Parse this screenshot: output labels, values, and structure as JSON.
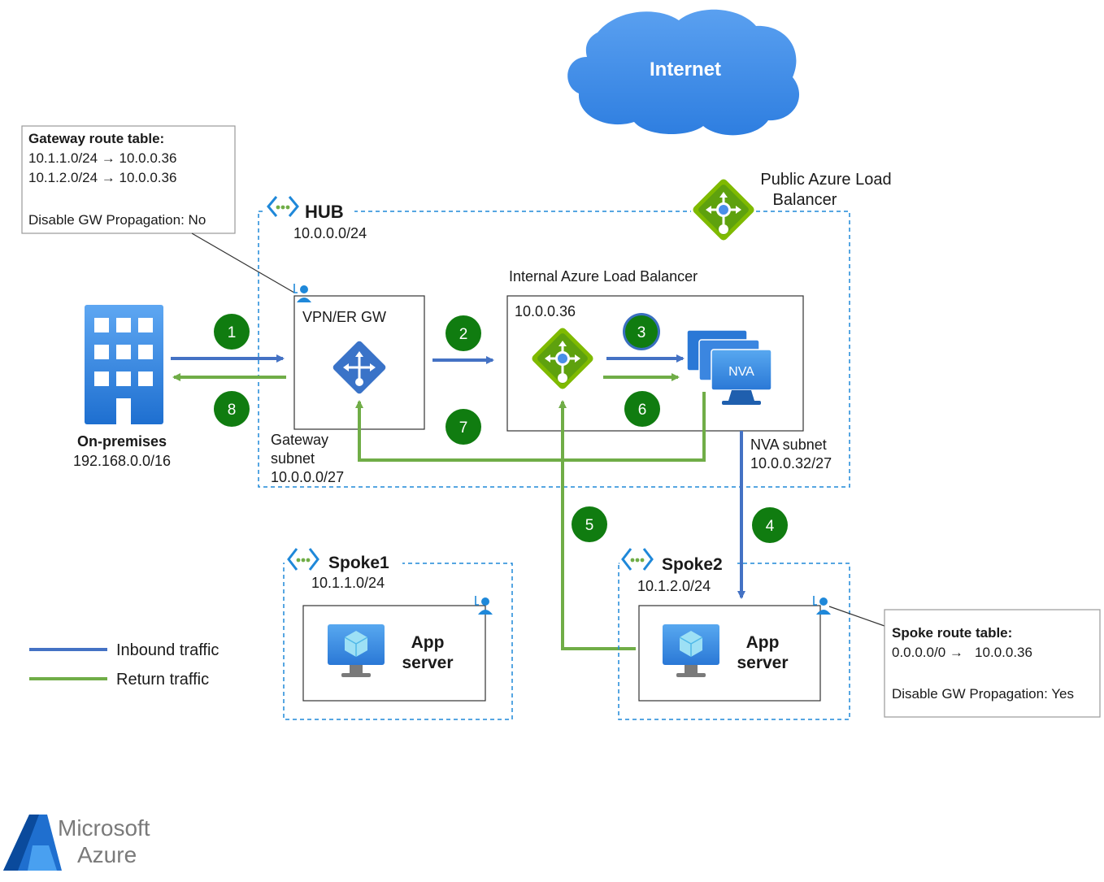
{
  "internet": {
    "label": "Internet"
  },
  "gateway_route_table": {
    "title": "Gateway route table:",
    "routes": [
      "10.1.1.0/24 → 10.0.0.36",
      "10.1.2.0/24 → 10.0.0.36"
    ],
    "propagation": "Disable GW Propagation: No"
  },
  "hub": {
    "name": "HUB",
    "cidr": "10.0.0.0/24"
  },
  "public_lb": {
    "line1": "Public Azure Load",
    "line2": "Balancer"
  },
  "internal_lb": {
    "label": "Internal Azure Load Balancer",
    "ip": "10.0.0.36"
  },
  "vpn_gateway": {
    "label": "VPN/ER GW"
  },
  "gateway_subnet": {
    "line1": "Gateway",
    "line2": "subnet",
    "cidr": "10.0.0.0/27"
  },
  "nva": {
    "label": "NVA"
  },
  "nva_subnet": {
    "label": "NVA subnet",
    "cidr": "10.0.0.32/27"
  },
  "on_premises": {
    "name": "On-premises",
    "cidr": "192.168.0.0/16"
  },
  "steps": [
    "1",
    "2",
    "3",
    "4",
    "5",
    "6",
    "7",
    "8"
  ],
  "spoke1": {
    "name": "Spoke1",
    "cidr": "10.1.1.0/24",
    "app_line1": "App",
    "app_line2": "server"
  },
  "spoke2": {
    "name": "Spoke2",
    "cidr": "10.1.2.0/24",
    "app_line1": "App",
    "app_line2": "server"
  },
  "spoke_route_table": {
    "title": "Spoke route table:",
    "route": "0.0.0.0/0 →   10.0.0.36",
    "propagation": "Disable GW Propagation: Yes"
  },
  "legend": {
    "inbound": "Inbound traffic",
    "return": "Return traffic"
  },
  "brand": {
    "line1": "Microsoft",
    "line2": "Azure"
  },
  "colors": {
    "inbound": "#4472c4",
    "return": "#70ad47",
    "step_badge": "#107c10",
    "dashed_border": "#1f88d9",
    "cloud": "#4a8fe8"
  }
}
